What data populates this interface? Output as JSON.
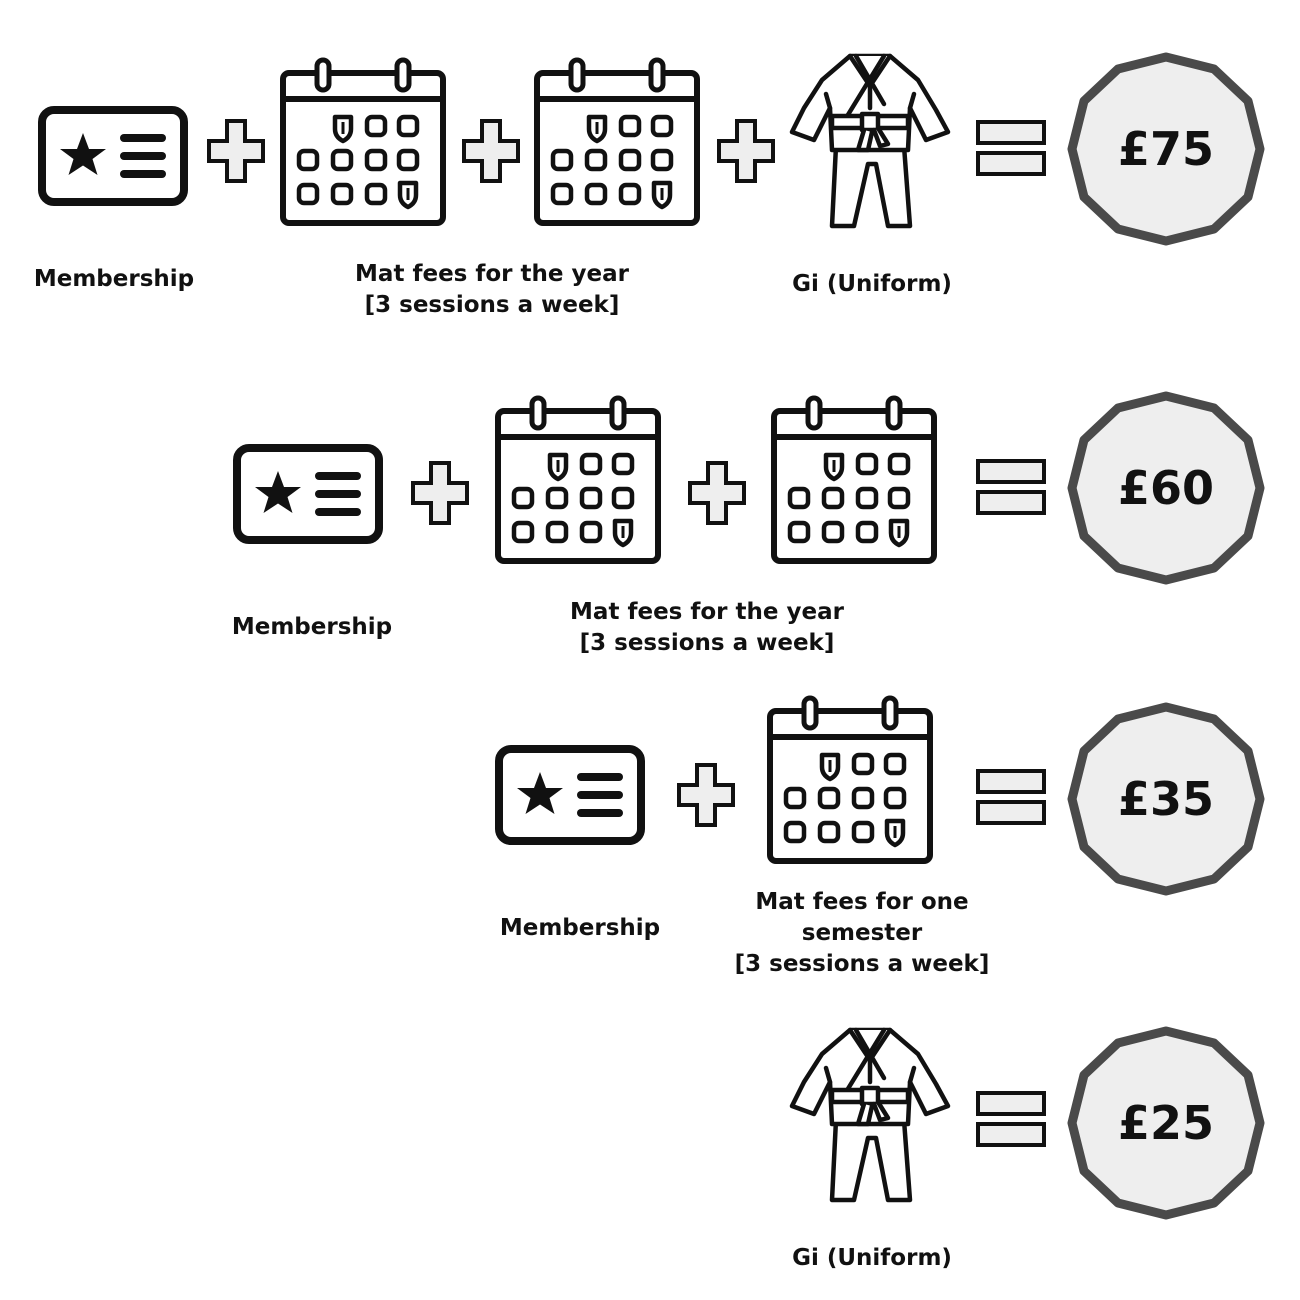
{
  "colors": {
    "stroke": "#111111",
    "icon_fill": "#ffffff",
    "plus_fill": "#eeeeee",
    "badge_fill": "#eeeeee",
    "badge_stroke": "#4a4a4a"
  },
  "icons": {
    "membership": "membership-card-icon",
    "calendar": "calendar-icon",
    "gi": "gi-uniform-icon",
    "plus": "plus-sign-icon",
    "equals": "equals-sign-icon",
    "price": "price-badge-icon"
  },
  "packages": [
    {
      "price": "£75",
      "labels": {
        "membership": "Membership",
        "mat_fees": "Mat fees for the year\n[3 sessions a week]",
        "gi": "Gi (Uniform)"
      }
    },
    {
      "price": "£60",
      "labels": {
        "membership": "Membership",
        "mat_fees": "Mat fees for the year\n[3 sessions a week]"
      }
    },
    {
      "price": "£35",
      "labels": {
        "membership": "Membership",
        "mat_fees": "Mat fees for one\nsemester\n[3 sessions a week]"
      }
    },
    {
      "price": "£25",
      "labels": {
        "gi": "Gi (Uniform)"
      }
    }
  ]
}
